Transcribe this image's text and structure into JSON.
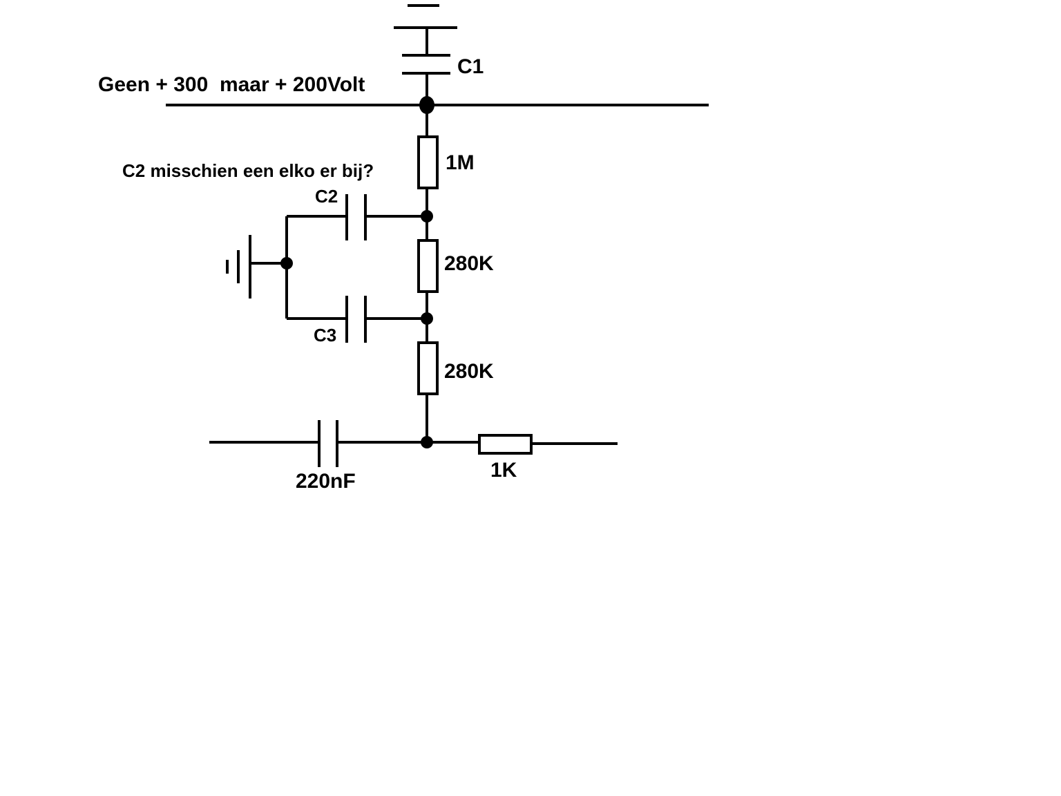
{
  "labels": {
    "supply_note": "Geen + 300  maar + 200Volt",
    "c2_question": "C2 misschien een elko er bij?",
    "c1": "C1",
    "c2": "C2",
    "c3": "C3",
    "r_1m": "1M",
    "r_280k_upper": "280K",
    "r_280k_lower": "280K",
    "cap_220nf": "220nF",
    "r_1k": "1K"
  },
  "colors": {
    "ink": "#000000",
    "background": "#ffffff"
  }
}
